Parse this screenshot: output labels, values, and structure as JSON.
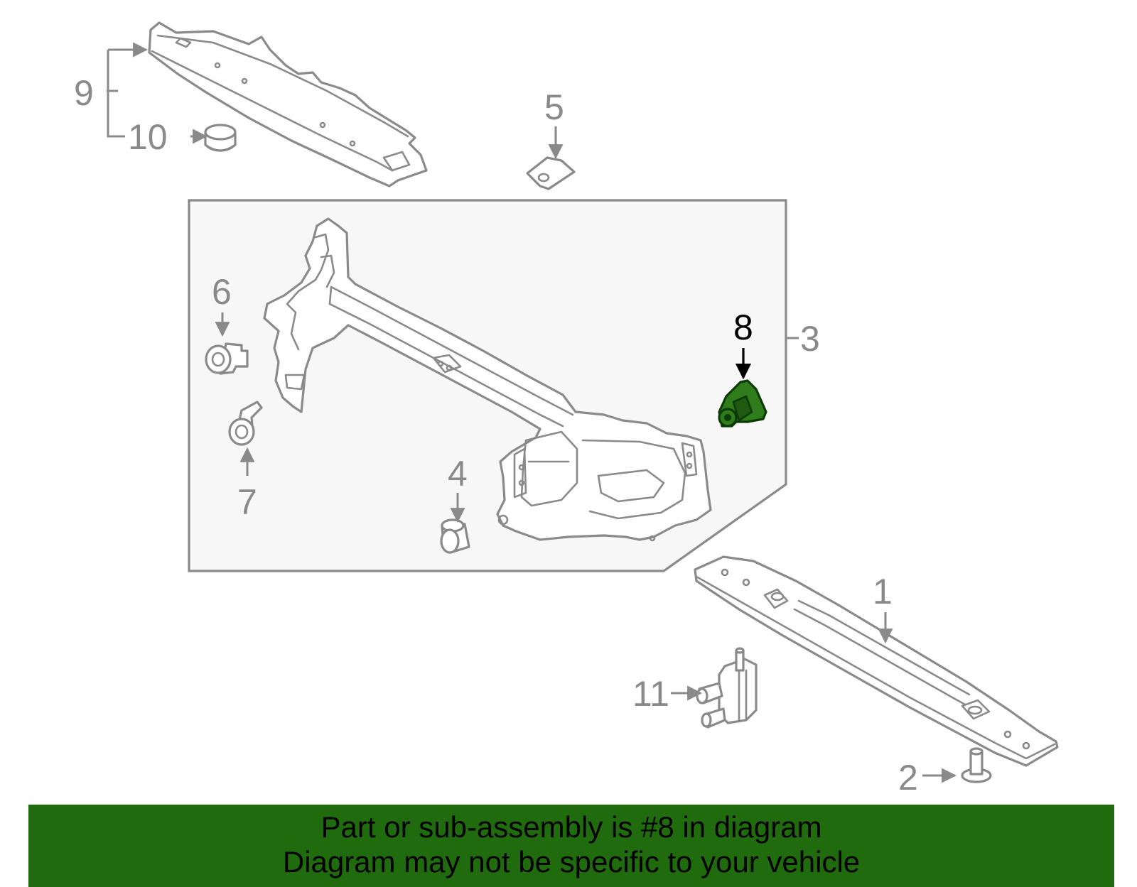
{
  "callouts": {
    "c1": "1",
    "c2": "2",
    "c3": "3",
    "c4": "4",
    "c5": "5",
    "c6": "6",
    "c7": "7",
    "c8": "8",
    "c9": "9",
    "c10": "10",
    "c11": "11"
  },
  "highlight": {
    "part": "8",
    "color": "#2e7d1a",
    "outline": "#0d3b07"
  },
  "banner": {
    "line1": "Part or sub-assembly is #8 in diagram",
    "line2": "Diagram may not be specific to your vehicle",
    "background": "#1f6b0e"
  }
}
